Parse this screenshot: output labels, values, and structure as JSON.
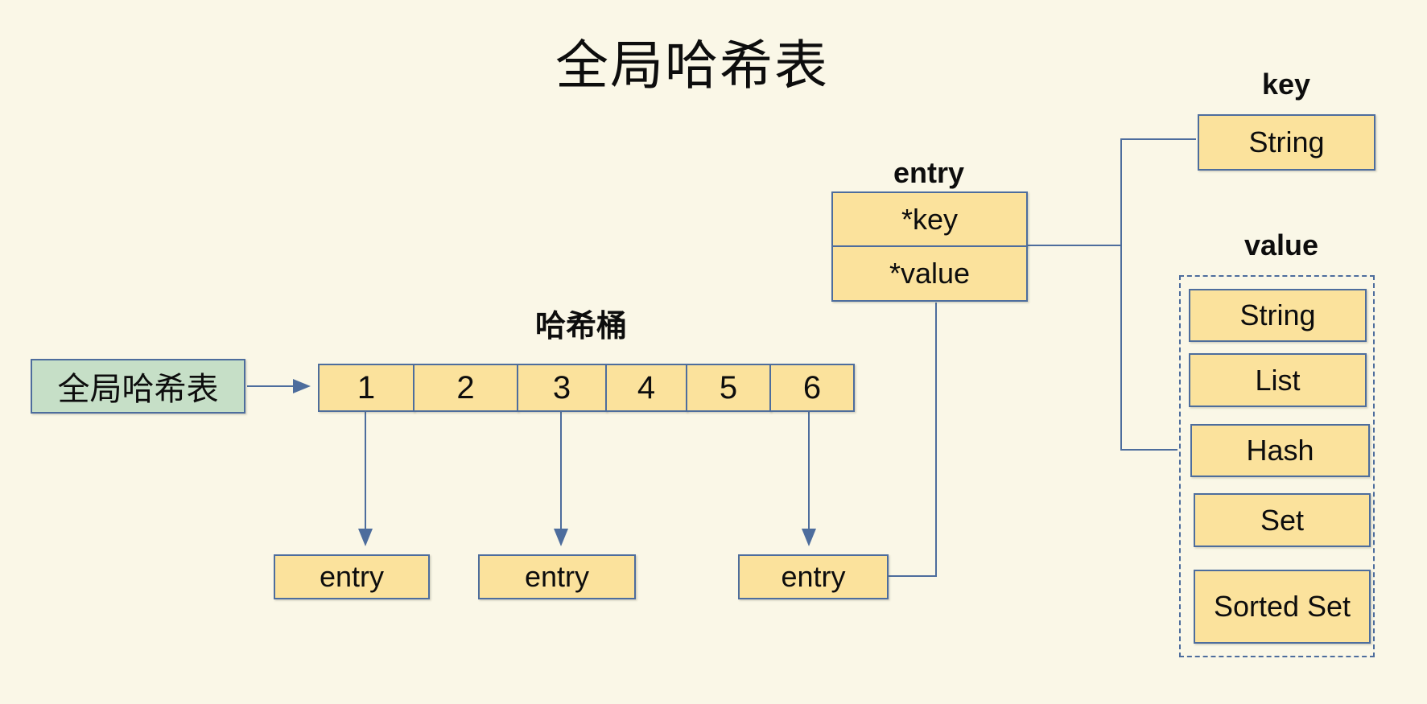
{
  "title": "全局哈希表",
  "colors": {
    "background": "#faf7e7",
    "box_fill": "#fbe29c",
    "box_border": "#4d6d9d",
    "green_fill": "#c6dfc7",
    "connector": "#4d6d9d",
    "text": "#0d0d0d"
  },
  "global_table": {
    "label": "全局哈希表"
  },
  "hash_bucket": {
    "label": "哈希桶",
    "cells": [
      "1",
      "2",
      "3",
      "4",
      "5",
      "6"
    ]
  },
  "entry_nodes": {
    "entry1": "entry",
    "entry2": "entry",
    "entry3": "entry"
  },
  "entry_struct": {
    "label": "entry",
    "fields": {
      "key": "*key",
      "value": "*value"
    }
  },
  "key_section": {
    "label": "key",
    "type": "String"
  },
  "value_section": {
    "label": "value",
    "types": [
      "String",
      "List",
      "Hash",
      "Set",
      "Sorted Set"
    ]
  }
}
